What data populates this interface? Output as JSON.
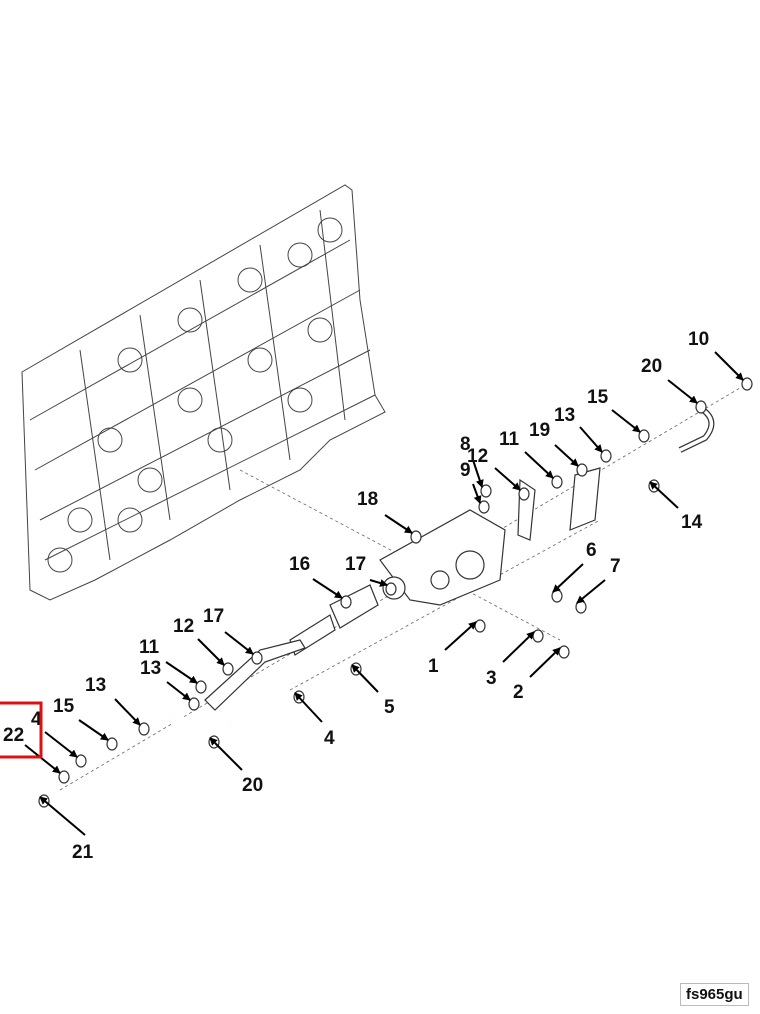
{
  "diagram": {
    "callouts": [
      "1",
      "2",
      "3",
      "4",
      "5",
      "6",
      "7",
      "8",
      "9",
      "10",
      "11",
      "12",
      "13",
      "14",
      "15",
      "16",
      "17",
      "18",
      "19",
      "20",
      "11",
      "12",
      "13",
      "17",
      "13",
      "15",
      "4",
      "22",
      "21",
      "20"
    ],
    "highlighted_callout": "22",
    "highlight_color": "#e01010",
    "figure_code": "fs965gu"
  }
}
